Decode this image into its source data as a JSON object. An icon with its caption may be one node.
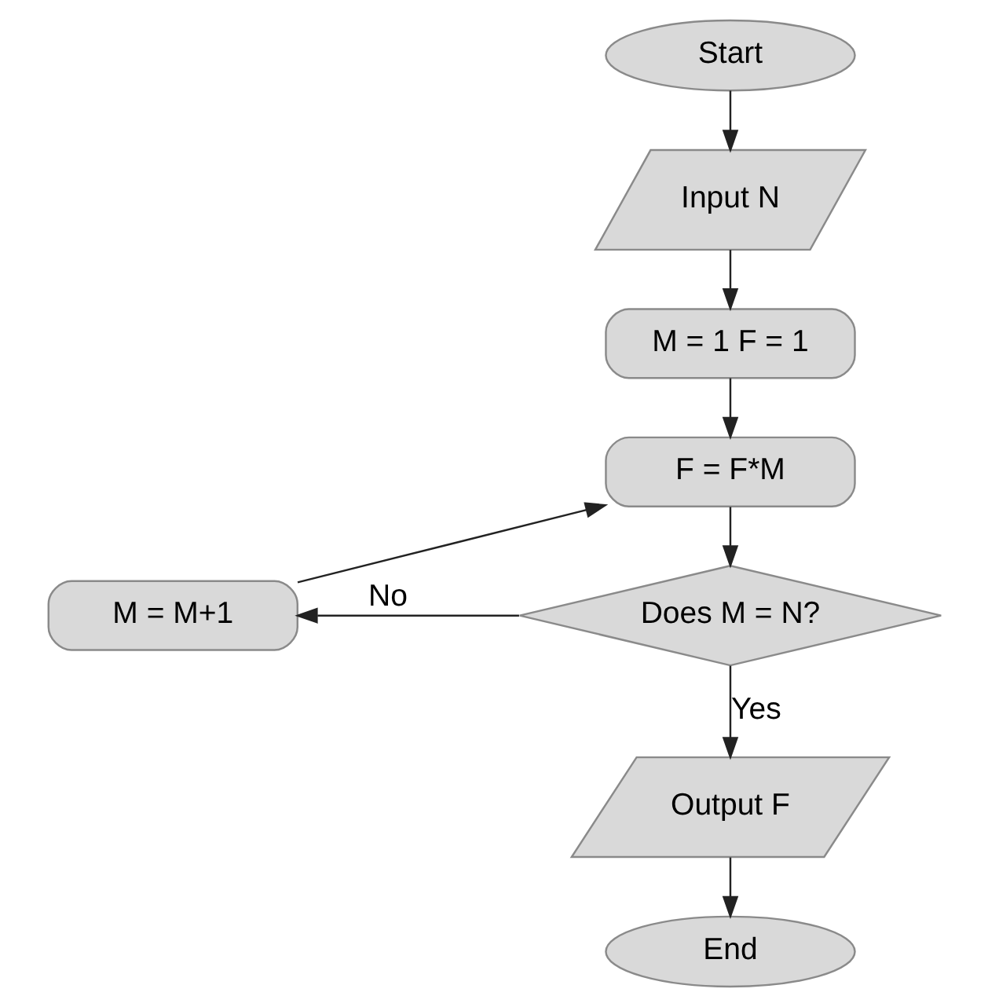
{
  "diagram": {
    "nodes": [
      {
        "text": [
          "Start"
        ]
      },
      {
        "text": [
          "Input N"
        ]
      },
      {
        "text": [
          "M = 1 F = 1"
        ]
      },
      {
        "text": [
          "F = F*M"
        ]
      },
      {
        "text": [
          "Does M = N?"
        ]
      },
      {
        "text": [
          "M = M+1"
        ]
      },
      {
        "text": [
          "Output F"
        ]
      },
      {
        "text": [
          "End"
        ]
      }
    ],
    "edges": [
      {
        "from": 0,
        "to": 1,
        "arrow": "to"
      },
      {
        "from": 1,
        "to": 2,
        "arrow": "to"
      },
      {
        "from": 2,
        "to": 3,
        "arrow": "to"
      },
      {
        "from": 3,
        "to": 4,
        "arrow": "to"
      },
      {
        "from": 4,
        "to": 5,
        "arrow": "to",
        "label": "No"
      },
      {
        "from": 5,
        "to": 3,
        "arrow": "to"
      },
      {
        "from": 4,
        "to": 6,
        "arrow": "to",
        "label": "Yes"
      },
      {
        "from": 6,
        "to": 7,
        "arrow": "to"
      }
    ]
  }
}
